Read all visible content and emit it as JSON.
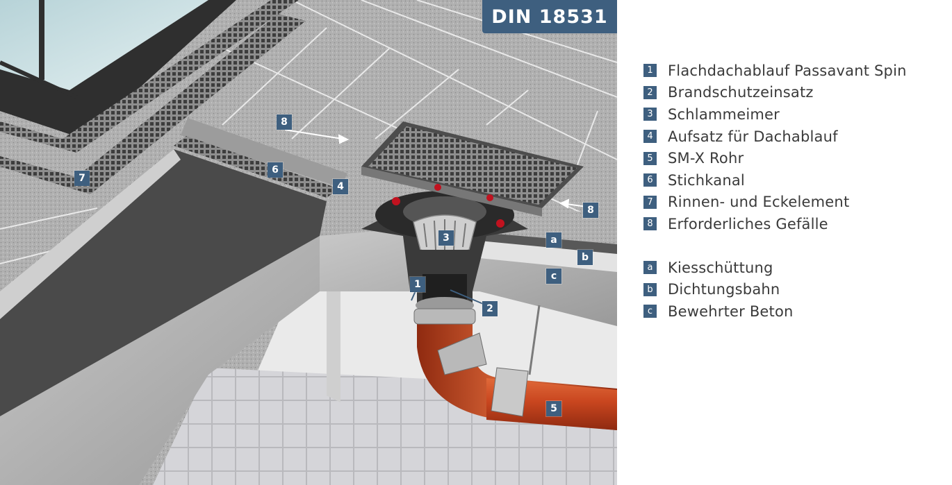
{
  "badge": {
    "label": "DIN 18531"
  },
  "markers": [
    "8",
    "7",
    "6",
    "4",
    "8",
    "a",
    "b",
    "3",
    "c",
    "1",
    "2",
    "5"
  ],
  "legend": [
    {
      "num": "1",
      "label": "Flachdachablauf Passavant Spin"
    },
    {
      "num": "2",
      "label": "Brandschutzeinsatz"
    },
    {
      "num": "3",
      "label": "Schlammeimer"
    },
    {
      "num": "4",
      "label": "Aufsatz für Dachablauf"
    },
    {
      "num": "5",
      "label": "SM-X Rohr"
    },
    {
      "num": "6",
      "label": "Stichkanal"
    },
    {
      "num": "7",
      "label": "Rinnen- und Eckelement"
    },
    {
      "num": "8",
      "label": "Erforderliches Gefälle"
    }
  ],
  "legend_materials": [
    {
      "num": "a",
      "label": "Kiesschüttung"
    },
    {
      "num": "b",
      "label": "Dichtungsbahn"
    },
    {
      "num": "c",
      "label": "Bewehrter Beton"
    }
  ],
  "colors": {
    "badge": "#3e5f7f",
    "pipe": "#c9461f",
    "tile": "#a9a9a9",
    "membrane": "#4a4a4a"
  }
}
